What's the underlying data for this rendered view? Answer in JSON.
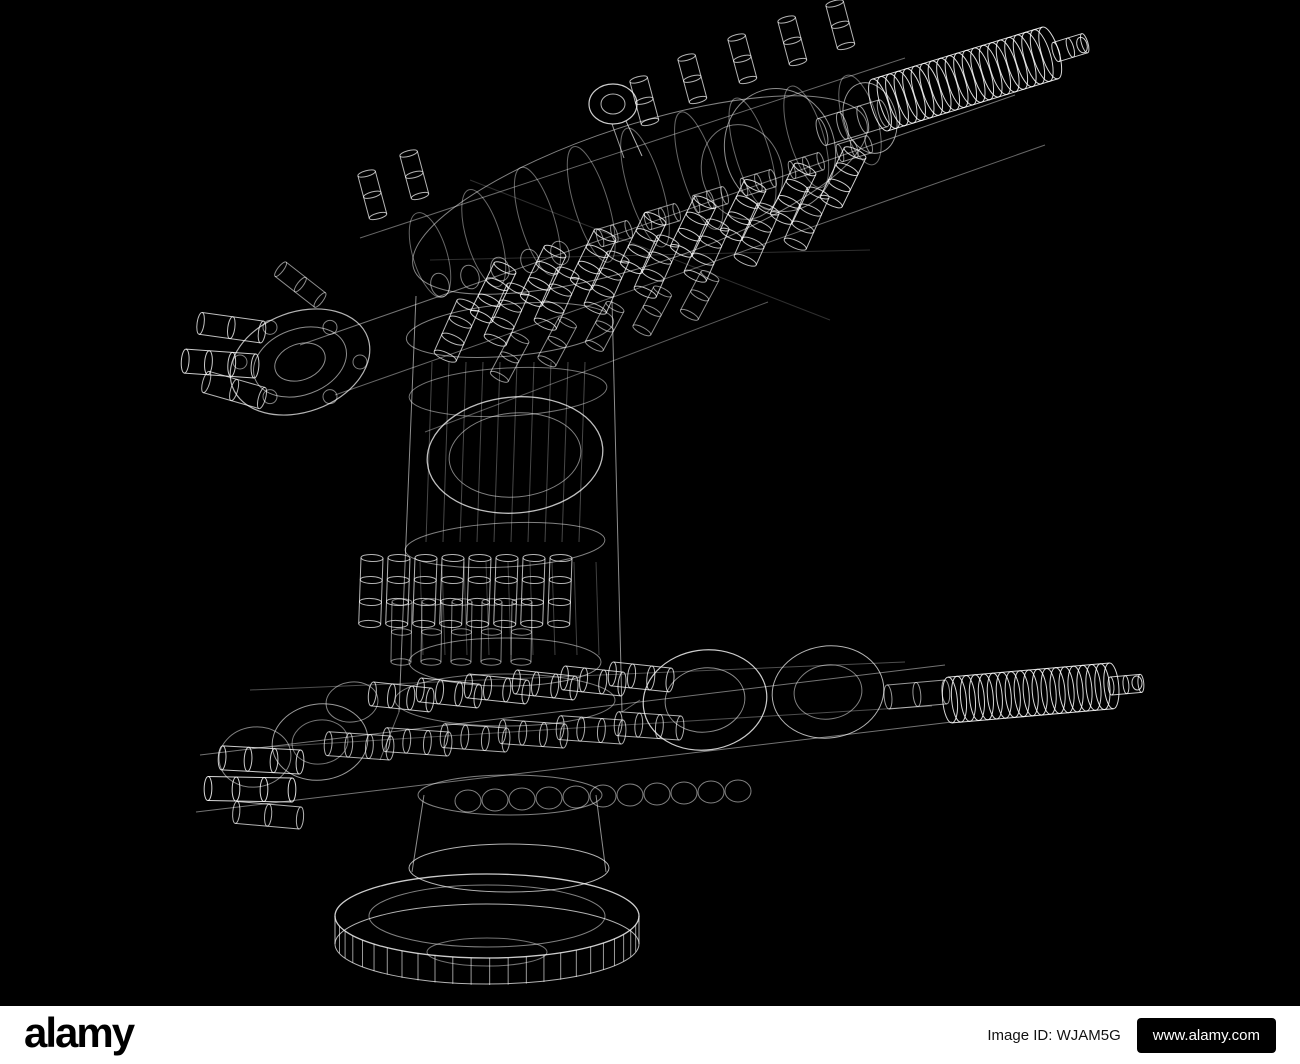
{
  "image": {
    "background_color": "#000000",
    "wireframe_color": "#ffffff",
    "subject": "3D wireframe CAD model of a mechanical machine assembly"
  },
  "footer": {
    "logo_text": "alamy",
    "image_id_label": "Image ID: WJAM5G",
    "website_label": "www.alamy.com",
    "bar_background": "#ffffff",
    "text_color": "#000000",
    "pill_background": "#000000",
    "pill_text_color": "#ffffff"
  }
}
